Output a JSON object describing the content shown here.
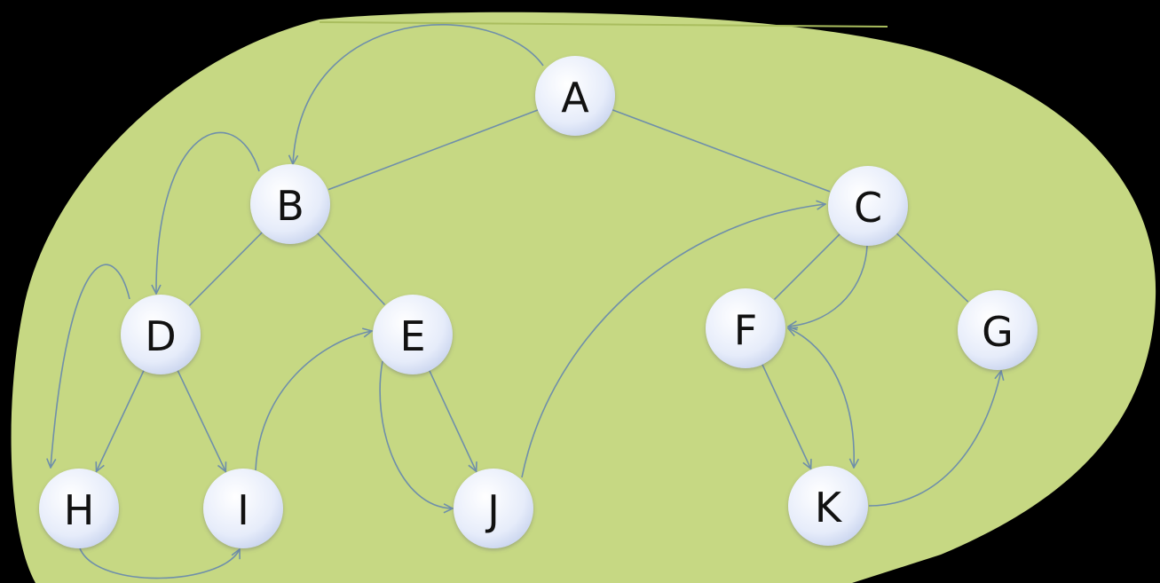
{
  "diagram": {
    "type": "graph",
    "colors": {
      "background": "#c6d883",
      "node_fill": "#e8eefb",
      "edge": "#6f8faa",
      "label": "#111111"
    },
    "nodes": [
      {
        "id": "A",
        "label": "A"
      },
      {
        "id": "B",
        "label": "B"
      },
      {
        "id": "C",
        "label": "C"
      },
      {
        "id": "D",
        "label": "D"
      },
      {
        "id": "E",
        "label": "E"
      },
      {
        "id": "F",
        "label": "F"
      },
      {
        "id": "G",
        "label": "G"
      },
      {
        "id": "H",
        "label": "H"
      },
      {
        "id": "I",
        "label": "I"
      },
      {
        "id": "J",
        "label": "J"
      },
      {
        "id": "K",
        "label": "K"
      }
    ],
    "tree_edges": [
      {
        "from": "A",
        "to": "B",
        "directed": false
      },
      {
        "from": "A",
        "to": "C",
        "directed": false
      },
      {
        "from": "B",
        "to": "D",
        "directed": false
      },
      {
        "from": "B",
        "to": "E",
        "directed": false
      },
      {
        "from": "C",
        "to": "F",
        "directed": false
      },
      {
        "from": "C",
        "to": "G",
        "directed": false
      },
      {
        "from": "D",
        "to": "H",
        "directed": true
      },
      {
        "from": "D",
        "to": "I",
        "directed": true
      },
      {
        "from": "E",
        "to": "J",
        "directed": true
      },
      {
        "from": "F",
        "to": "K",
        "directed": true
      }
    ],
    "traversal_arrows": [
      {
        "from": "A",
        "to": "B"
      },
      {
        "from": "B",
        "to": "D"
      },
      {
        "from": "D",
        "to": "H"
      },
      {
        "from": "H",
        "to": "I"
      },
      {
        "from": "I",
        "to": "E"
      },
      {
        "from": "E",
        "to": "J"
      },
      {
        "from": "J",
        "to": "C"
      },
      {
        "from": "C",
        "to": "F"
      },
      {
        "from": "F",
        "to": "K",
        "bidirectional": true
      },
      {
        "from": "K",
        "to": "G"
      }
    ]
  }
}
